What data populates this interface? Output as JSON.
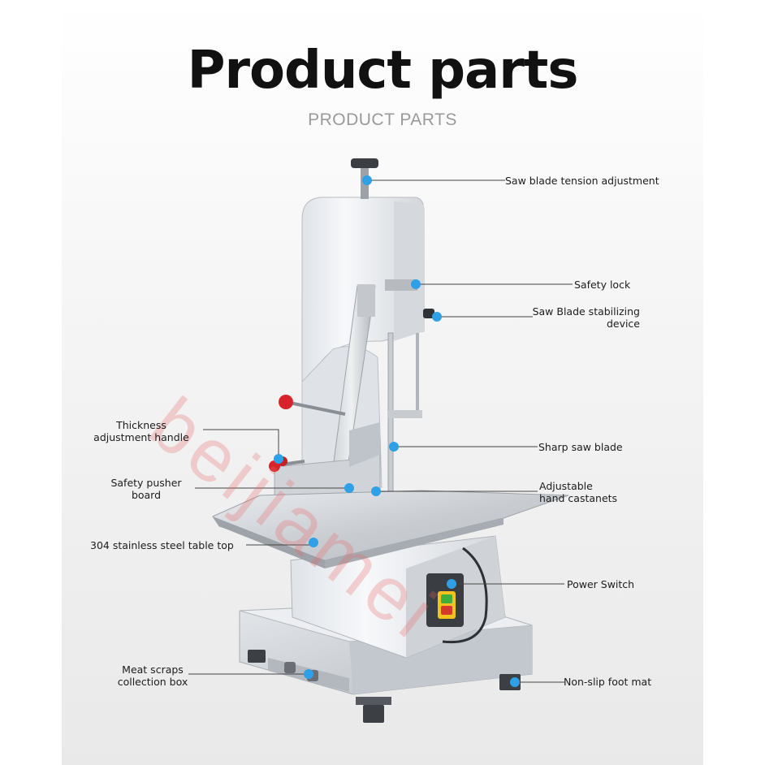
{
  "heading": {
    "title": "Product parts",
    "subtitle": "PRODUCT PARTS"
  },
  "watermark": "beijiamei",
  "callouts": {
    "tension": "Saw blade tension adjustment",
    "safety_lock": "Safety lock",
    "stabilizer_line1": "Saw Blade stabilizing",
    "stabilizer_line2": "device",
    "thickness_line1": "Thickness",
    "thickness_line2": "adjustment handle",
    "blade": "Sharp saw blade",
    "pusher_line1": "Safety pusher",
    "pusher_line2": "board",
    "castanets_line1": "Adjustable",
    "castanets_line2": "hand castanets",
    "tabletop": "304 stainless steel table top",
    "power": "Power Switch",
    "scraps_line1": "Meat scraps",
    "scraps_line2": "collection box",
    "foot": "Non-slip foot mat"
  },
  "colors": {
    "accent_dot": "#2f9fe6",
    "knob_red": "#d8232a",
    "switch_green": "#3fae3a",
    "switch_red": "#d33a2c",
    "switch_yellow": "#f2c21d"
  }
}
